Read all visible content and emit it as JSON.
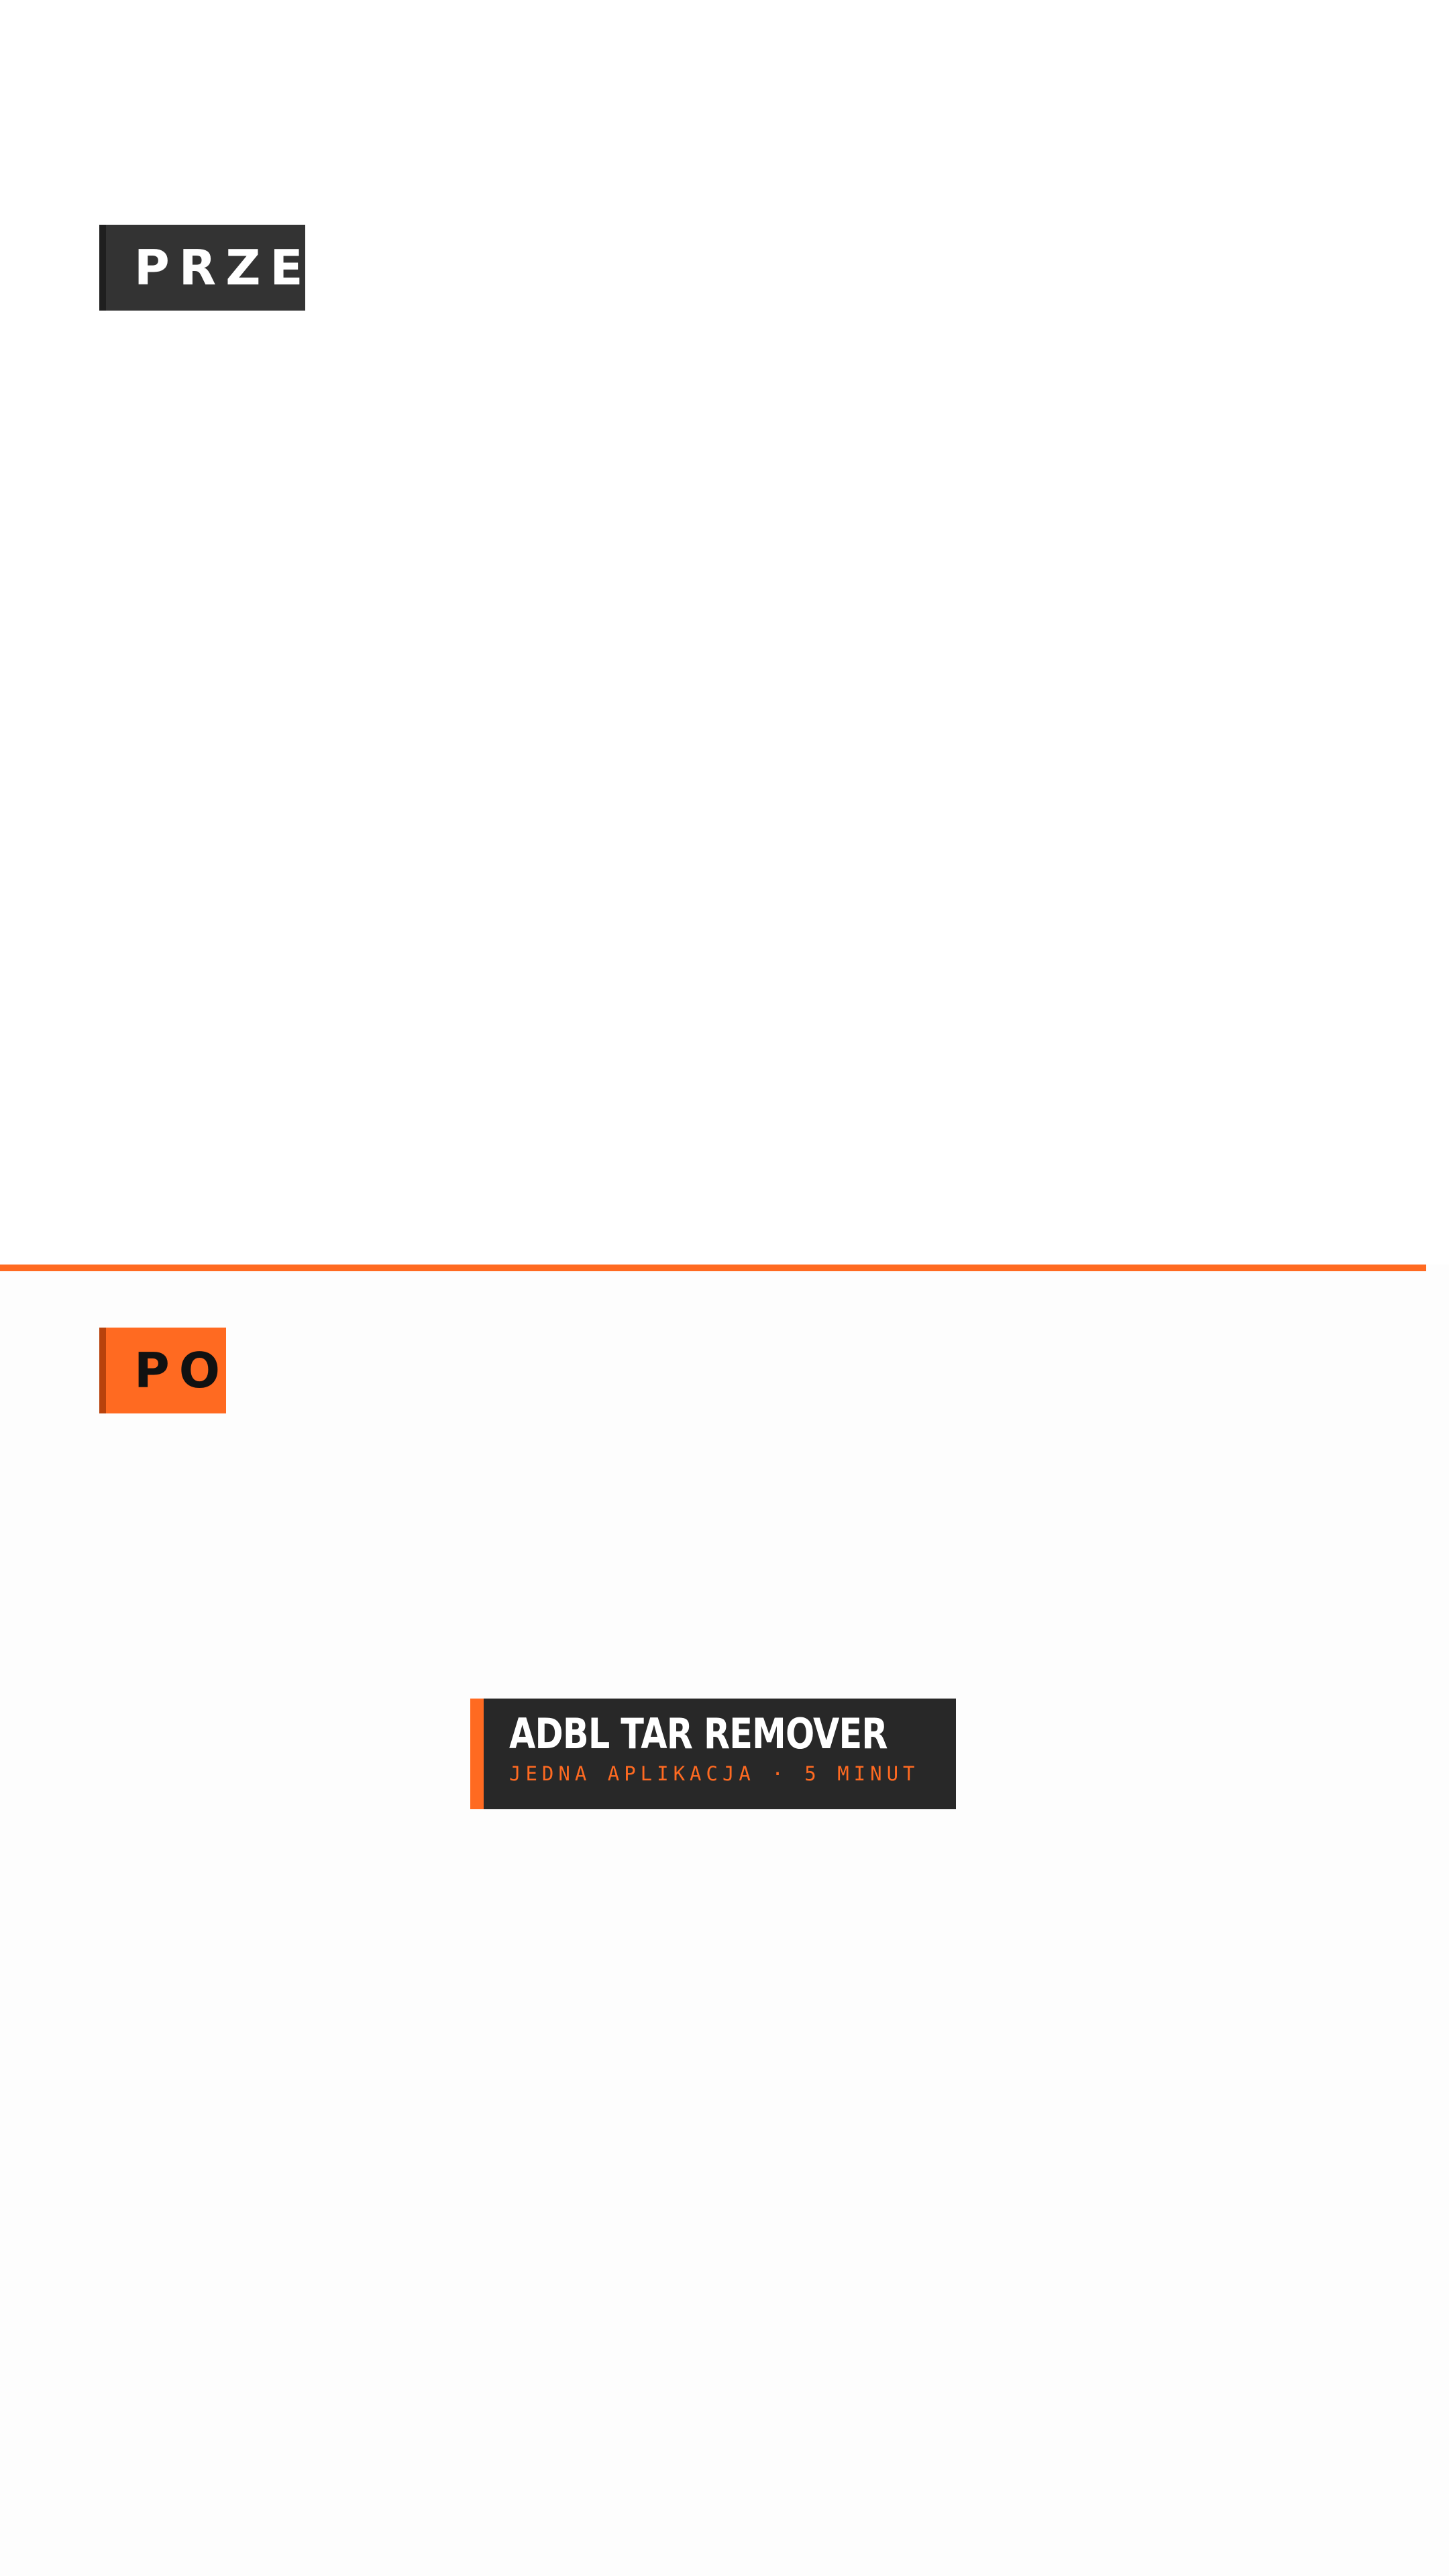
{
  "before": {
    "label": "PRZED"
  },
  "after": {
    "label": "PO"
  },
  "product": {
    "name": "ADBL TAR REMOVER",
    "tagline": "JEDNA APLIKACJA · 5 MINUT"
  },
  "colors": {
    "accent": "#ff6a21",
    "dark": "#282828",
    "background": "#fdfdfd"
  }
}
